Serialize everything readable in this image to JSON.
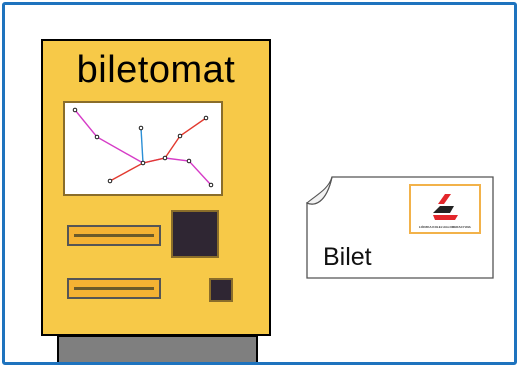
{
  "machine": {
    "brand": "biletomat"
  },
  "ticket": {
    "label": "Bilet",
    "logo_text": "ŁÓDZKA KOLEJ AGLOMERACYJNA",
    "logo_icon": "railway-logo-icon"
  },
  "colors": {
    "frame_border": "#1e73be",
    "machine_body": "#f7c948",
    "slot": "#f4b233",
    "keypad": "#2f2633",
    "stand": "#7f7f7f",
    "route_magenta": "#d63cc7",
    "route_red": "#e23a2f",
    "route_blue": "#2b8fd6",
    "logo_red": "#e3262b",
    "logo_yellow": "#f2b24a"
  }
}
